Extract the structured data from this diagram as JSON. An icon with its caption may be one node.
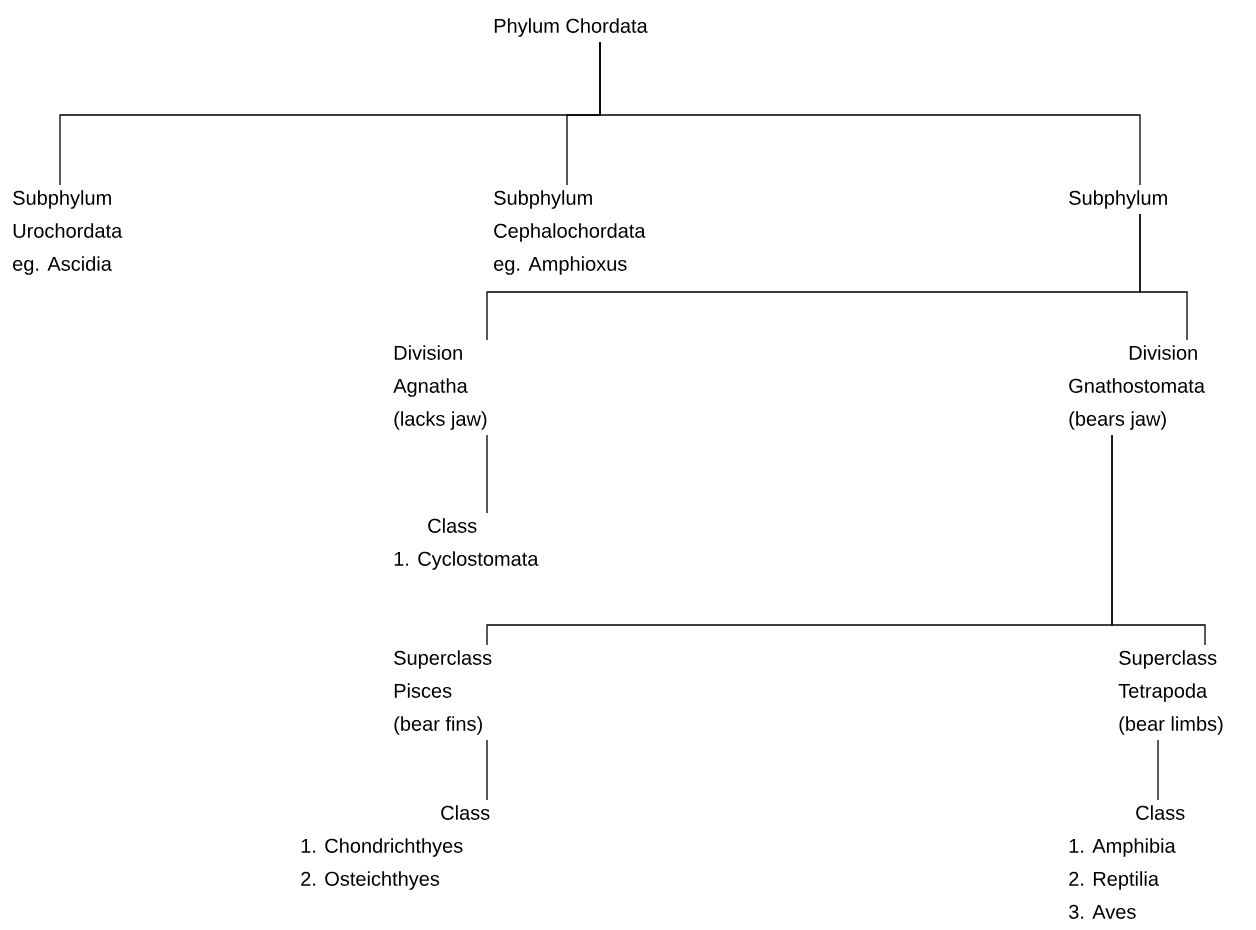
{
  "diagram": {
    "nodes": [
      {
        "text": [
          "Phylum Chordata"
        ]
      },
      {
        "text": [
          "Subphylum",
          "Urochordata",
          "eg. Ascidia"
        ]
      },
      {
        "text": [
          "Subphylum",
          "Cephalochordata",
          "eg. Amphioxus"
        ]
      },
      {
        "text": [
          "Subphylum"
        ]
      },
      {
        "text": [
          "Division",
          "Agnatha",
          "(lacks jaw)"
        ]
      },
      {
        "text": [
          "Division",
          "Gnathostomata",
          "(bears jaw)"
        ]
      },
      {
        "text": [
          "Class",
          "1. Cyclostomata"
        ]
      },
      {
        "text": [
          "Superclass",
          "Pisces",
          "(bear fins)"
        ]
      },
      {
        "text": [
          "Superclass",
          "Tetrapoda",
          "(bear limbs)"
        ]
      },
      {
        "text": [
          "Class",
          "1. Chondrichthyes",
          "2. Osteichthyes"
        ]
      },
      {
        "text": [
          "Class",
          "1. Amphibia",
          "2. Reptilia",
          "3. Aves"
        ]
      }
    ],
    "edges": [
      {
        "from": 0,
        "to": 1,
        "arrow": "none"
      },
      {
        "from": 0,
        "to": 2,
        "arrow": "none"
      },
      {
        "from": 0,
        "to": 3,
        "arrow": "none"
      },
      {
        "from": 3,
        "to": 4,
        "arrow": "none"
      },
      {
        "from": 3,
        "to": 5,
        "arrow": "none"
      },
      {
        "from": 4,
        "to": 6,
        "arrow": "none"
      },
      {
        "from": 5,
        "to": 7,
        "arrow": "none"
      },
      {
        "from": 5,
        "to": 8,
        "arrow": "none"
      },
      {
        "from": 7,
        "to": 9,
        "arrow": "none"
      },
      {
        "from": 8,
        "to": 10,
        "arrow": "none"
      }
    ]
  }
}
